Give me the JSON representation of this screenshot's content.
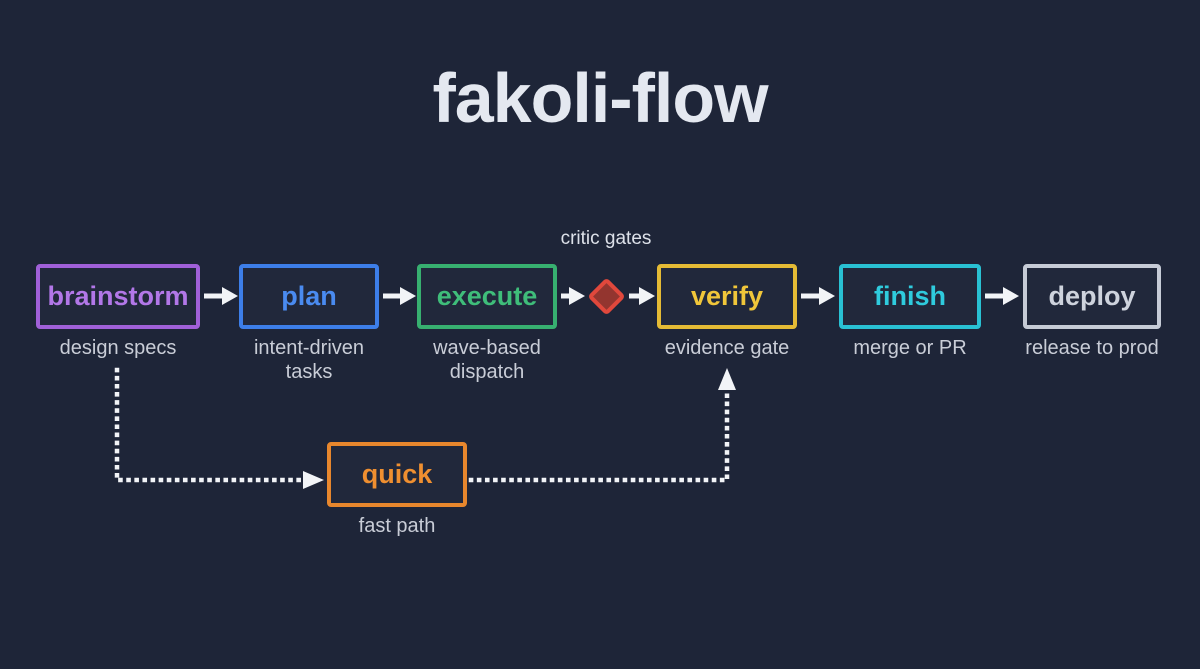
{
  "title": "fakoli-flow",
  "diagram": {
    "nodes": [
      {
        "id": "brainstorm",
        "label": "brainstorm",
        "sublabel": "design specs",
        "color": "#a060d8"
      },
      {
        "id": "plan",
        "label": "plan",
        "sublabel": "intent-driven tasks",
        "color": "#3d7ee8"
      },
      {
        "id": "execute",
        "label": "execute",
        "sublabel": "wave-based dispatch",
        "color": "#37b070"
      },
      {
        "id": "verify",
        "label": "verify",
        "sublabel": "evidence gate",
        "color": "#e5bb35"
      },
      {
        "id": "finish",
        "label": "finish",
        "sublabel": "merge or PR",
        "color": "#29c1d3"
      },
      {
        "id": "deploy",
        "label": "deploy",
        "sublabel": "release to prod",
        "color": "#c6cbd6"
      },
      {
        "id": "quick",
        "label": "quick",
        "sublabel": "fast path",
        "color": "#e8872d"
      }
    ],
    "decision": {
      "id": "critic-gates",
      "label": "critic gates",
      "border_color": "#e0483c",
      "fill_color": "#93352f"
    },
    "edges": [
      {
        "from": "brainstorm",
        "to": "plan",
        "style": "solid"
      },
      {
        "from": "plan",
        "to": "execute",
        "style": "solid"
      },
      {
        "from": "execute",
        "to": "critic-gates",
        "style": "solid"
      },
      {
        "from": "critic-gates",
        "to": "verify",
        "style": "solid"
      },
      {
        "from": "verify",
        "to": "finish",
        "style": "solid"
      },
      {
        "from": "finish",
        "to": "deploy",
        "style": "solid"
      },
      {
        "from": "brainstorm",
        "to": "quick",
        "style": "dotted"
      },
      {
        "from": "quick",
        "to": "verify",
        "style": "dotted"
      }
    ]
  },
  "colors": {
    "background": "#1e2538",
    "title_text": "#e4e8f0",
    "sublabel_text": "#c9cdd7",
    "arrow": "#f2f4f7"
  }
}
